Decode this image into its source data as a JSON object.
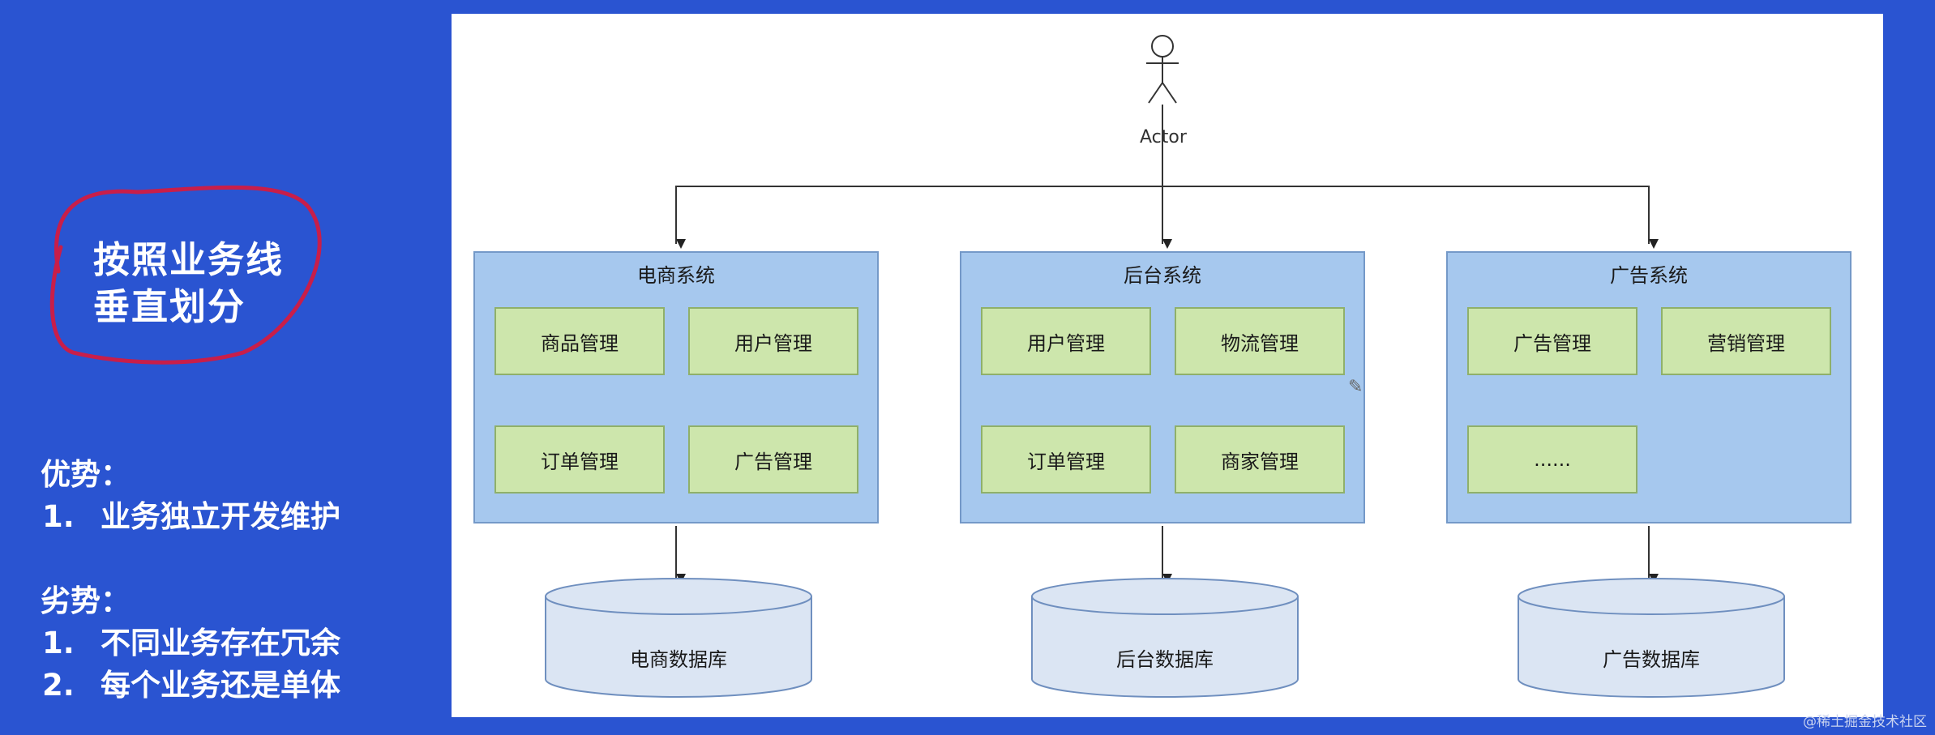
{
  "slide": {
    "title_lines": [
      "按照业务线",
      "垂直划分"
    ],
    "pros_heading": "优势：",
    "pros": [
      {
        "num": "1.",
        "text": "业务独立开发维护"
      }
    ],
    "cons_heading": "劣势：",
    "cons": [
      {
        "num": "1.",
        "text": "不同业务存在冗余"
      },
      {
        "num": "2.",
        "text": "每个业务还是单体"
      }
    ]
  },
  "diagram": {
    "actor_label": "Actor",
    "systems": [
      {
        "title": "电商系统",
        "modules": [
          "商品管理",
          "用户管理",
          "订单管理",
          "广告管理"
        ],
        "database": "电商数据库"
      },
      {
        "title": "后台系统",
        "modules": [
          "用户管理",
          "物流管理",
          "订单管理",
          "商家管理"
        ],
        "database": "后台数据库"
      },
      {
        "title": "广告系统",
        "modules": [
          "广告管理",
          "营销管理",
          "......"
        ],
        "database": "广告数据库"
      }
    ]
  },
  "watermark": "@稀土掘金技术社区",
  "colors": {
    "background": "#2a54d1",
    "system_fill": "#a6c8ee",
    "module_fill": "#cde6ac",
    "database_fill": "#dbe5f3",
    "circle_stroke": "#c81e4a"
  },
  "icons": [
    "actor-stick-figure",
    "pencil-icon"
  ]
}
